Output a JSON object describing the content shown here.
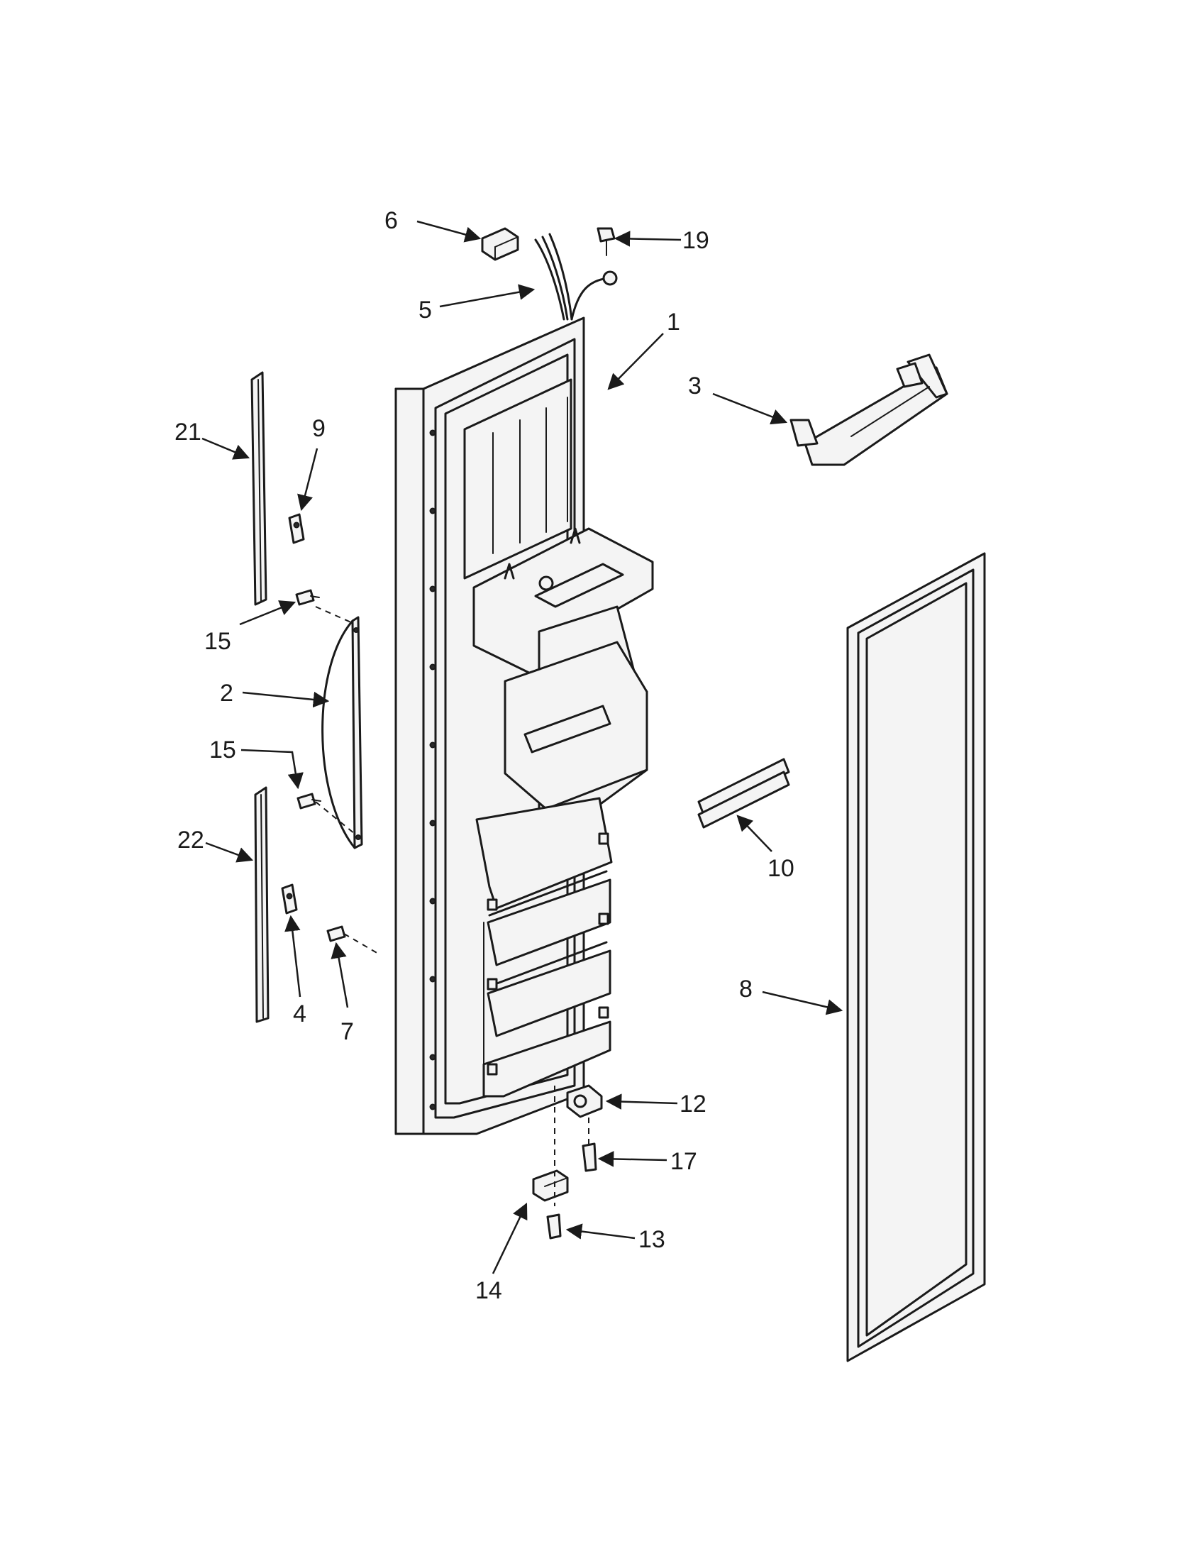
{
  "diagram": {
    "callouts": [
      {
        "id": "1",
        "text": "1"
      },
      {
        "id": "2",
        "text": "2"
      },
      {
        "id": "3",
        "text": "3"
      },
      {
        "id": "4",
        "text": "4"
      },
      {
        "id": "5",
        "text": "5"
      },
      {
        "id": "6",
        "text": "6"
      },
      {
        "id": "7",
        "text": "7"
      },
      {
        "id": "8",
        "text": "8"
      },
      {
        "id": "9",
        "text": "9"
      },
      {
        "id": "10",
        "text": "10"
      },
      {
        "id": "12",
        "text": "12"
      },
      {
        "id": "13",
        "text": "13"
      },
      {
        "id": "14",
        "text": "14"
      },
      {
        "id": "15a",
        "text": "15"
      },
      {
        "id": "15b",
        "text": "15"
      },
      {
        "id": "17",
        "text": "17"
      },
      {
        "id": "19",
        "text": "19"
      },
      {
        "id": "21",
        "text": "21"
      },
      {
        "id": "22",
        "text": "22"
      }
    ]
  }
}
